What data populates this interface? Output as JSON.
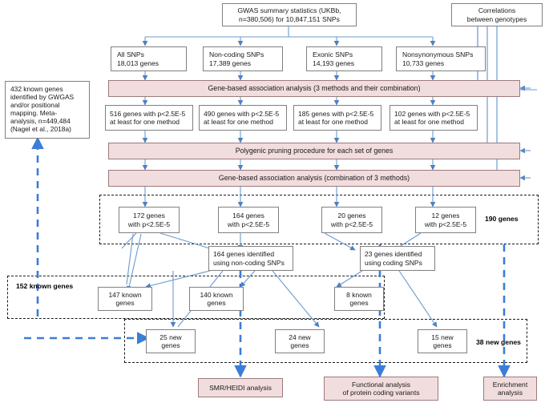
{
  "diagram": {
    "title": "GWAS gene-based association analysis workflow",
    "colors": {
      "process_fill": "#f2ddde",
      "process_stroke": "#9c7a7c",
      "box_stroke": "#808080",
      "arrow_solid": "#4e81bd",
      "arrow_dashed": "#3b7dd8",
      "group_stroke": "#1a1a1a"
    },
    "nodes": {
      "gwas_summary": "GWAS summary statistics (UKBb,\nn=380,506)  for 10,847,151  SNPs",
      "correlations": "Correlations\nbetween genotypes",
      "known_genes_ref": "432 known genes\nidentified by GWGAS\nand/or positional\nmapping.  Meta-\nanalysis, n=449,484\n(Nagel et al., 2018a)",
      "all_snps": "All SNPs\n18,013 genes",
      "noncoding_snps": "Non-coding SNPs\n17,389 genes",
      "exonic_snps": "Exonic SNPs\n14,193 genes",
      "nonsyn_snps": "Nonsynonymous SNPs\n10,733 genes",
      "gene_assoc_3methods": "Gene-based association analysis (3 methods and their combination)",
      "genes_516": "516 genes with p<2.5E-5\nat least for one method",
      "genes_490": "490 genes with p<2.5E-5\nat least for one method",
      "genes_185": "185 genes with p<2.5E-5\nat least for one method",
      "genes_102": "102 genes with p<2.5E-5\nat least for one method",
      "polygenic_pruning": "Polygenic pruning procedure for each set of genes",
      "gene_assoc_comb": "Gene-based association analysis  (combination of 3 methods)",
      "genes_172": "172 genes\nwith p<2.5E-5",
      "genes_164": "164 genes\nwith p<2.5E-5",
      "genes_20": "20 genes\nwith p<2.5E-5",
      "genes_12": "12 genes\nwith p<2.5E-5",
      "genes_164_noncoding": "164 genes identified\nusing  non-coding SNPs",
      "genes_23_coding": "23 genes identified\nusing coding SNPs",
      "known_147": "147 known\ngenes",
      "known_140": "140 known\ngenes",
      "known_8": "8 known\ngenes",
      "new_25": "25 new\ngenes",
      "new_24": "24 new\ngenes",
      "new_15": "15 new\ngenes",
      "smr_heidi": "SMR/HEIDI analysis",
      "functional_analysis": "Functional analysis\nof protein coding variants",
      "enrichment_analysis": "Enrichment\nanalysis"
    },
    "group_labels": {
      "total_190": "190 genes",
      "known_152": "152 known genes",
      "new_38": "38 new genes"
    }
  }
}
